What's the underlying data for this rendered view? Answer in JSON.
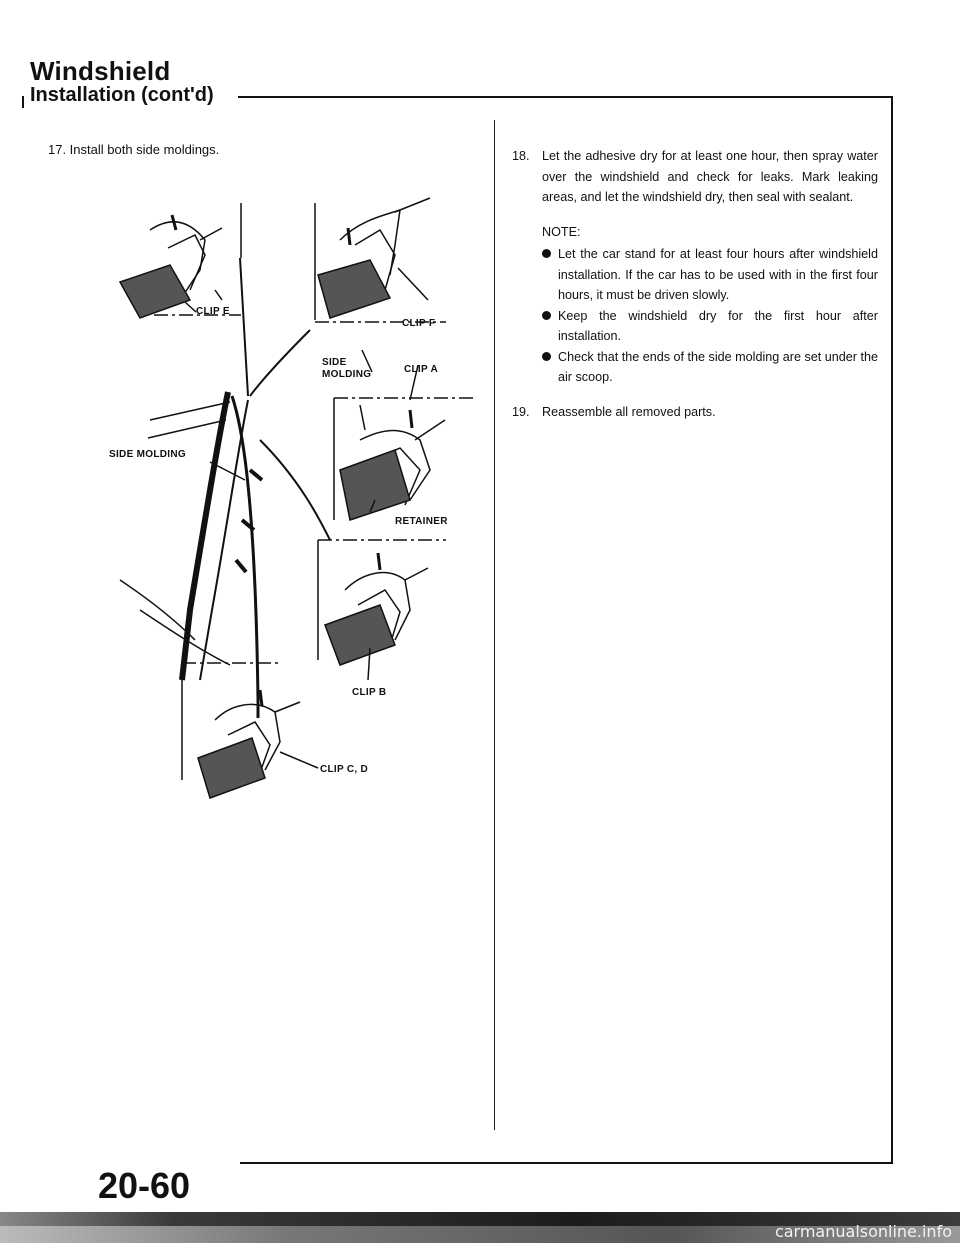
{
  "header": {
    "title": "Windshield",
    "subtitle": "Installation (cont'd)"
  },
  "left": {
    "step17": "17. Install both side moldings.",
    "labels": {
      "clip_e": "CLIP E",
      "clip_f": "CLIP F",
      "side_molding_top": "SIDE",
      "side_molding_bottom": "MOLDING",
      "clip_a": "CLIP A",
      "side_molding_left": "SIDE MOLDING",
      "retainer": "RETAINER",
      "clip_b": "CLIP B",
      "clip_cd": "CLIP C, D"
    }
  },
  "right": {
    "step18_num": "18.",
    "step18_text": "Let the adhesive dry for at least one hour, then spray water over the windshield and check for leaks. Mark leaking areas, and let the windshield dry, then seal with sealant.",
    "note_label": "NOTE:",
    "notes": [
      "Let the car stand for at least four hours after windshield installation. If the car has to be used with in the first four hours, it must be driven slowly.",
      "Keep the windshield dry for the first hour after installation.",
      "Check that the ends of the side molding are set under the air scoop."
    ],
    "step19_num": "19.",
    "step19_text": "Reassemble all removed parts."
  },
  "footer": {
    "page_number": "20-60",
    "watermark": "carmanualsonline.info"
  }
}
